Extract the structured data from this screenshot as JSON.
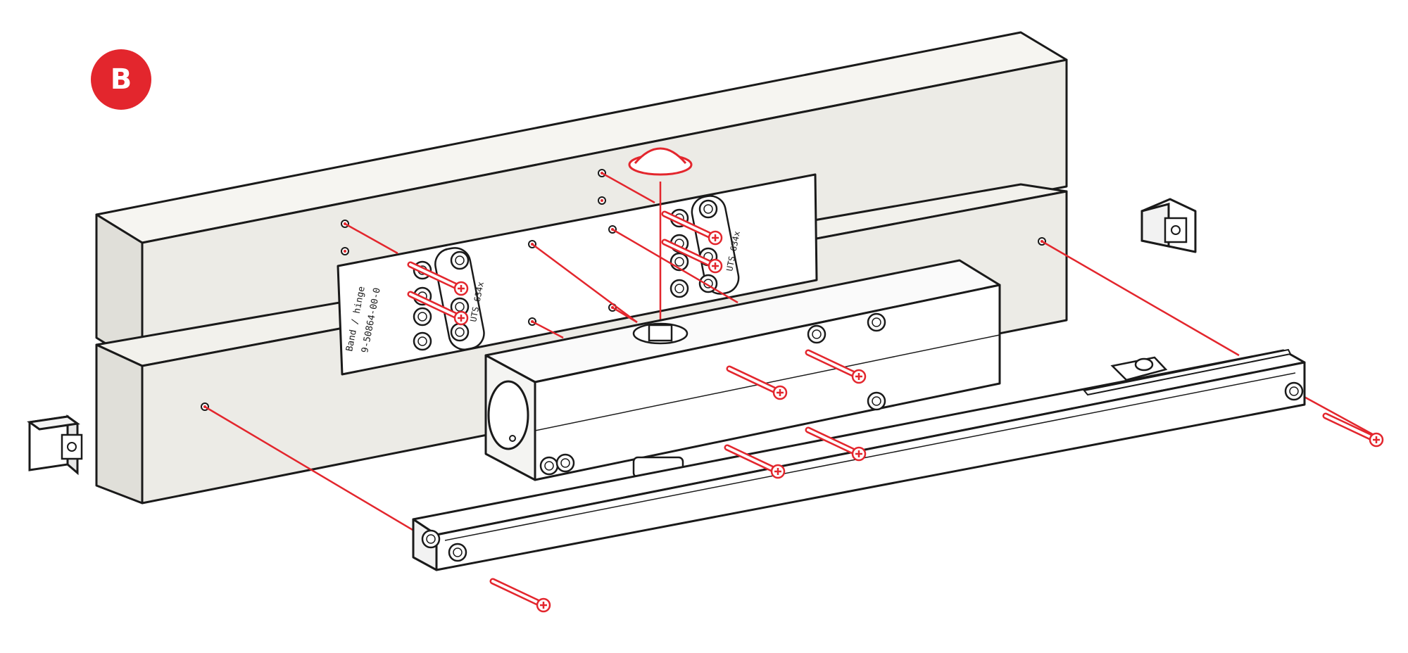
{
  "step": {
    "label": "B"
  },
  "template": {
    "text_hinge": "Band / hinge",
    "text_code": "9-50864-00-0",
    "text_model_left": "UTS 634x",
    "text_model_right": "UTS 634x"
  },
  "colors": {
    "accent": "#e3262d",
    "frame_fill": "#ecebe6",
    "outline": "#1a1a1a",
    "part_fill": "#ffffff"
  }
}
